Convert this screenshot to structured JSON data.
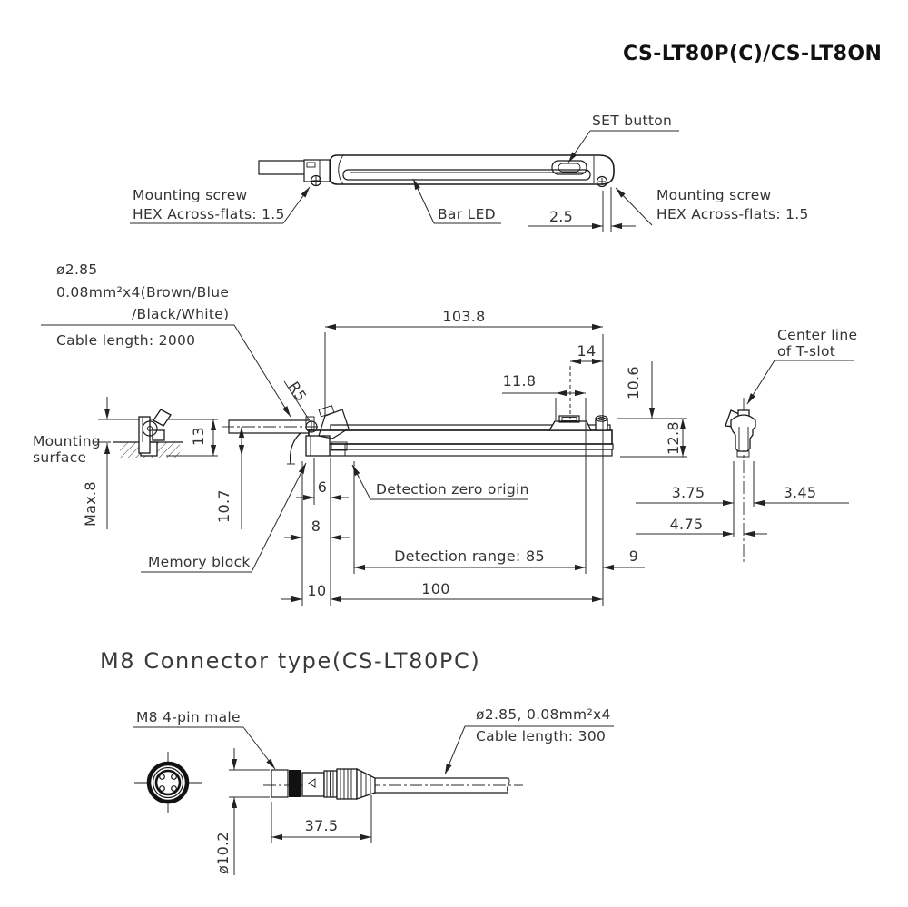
{
  "title": "CS-LT80P(C)/CS-LT8ON",
  "colors": {
    "line": "#1a1a1a",
    "text": "#333333",
    "background": "#ffffff"
  },
  "top_view": {
    "set_button_label": "SET button",
    "bar_led_label": "Bar LED",
    "dim_2_5": "2.5",
    "mounting_screw_left": {
      "line1": "Mounting screw",
      "line2": "HEX Across-flats: 1.5"
    },
    "mounting_screw_right": {
      "line1": "Mounting screw",
      "line2": "HEX Across-flats: 1.5"
    }
  },
  "side_view": {
    "cable_spec": {
      "line1": "ø2.85",
      "line2": "0.08mm²x4(Brown/Blue",
      "line3": "/Black/White)",
      "cable_length": "Cable length: 2000"
    },
    "mounting_surface": {
      "line1": "Mounting",
      "line2": "surface"
    },
    "center_line_label": {
      "line1": "Center line",
      "line2": "of T-slot"
    },
    "detection_zero_label": "Detection zero origin",
    "memory_block_label": "Memory block",
    "detection_range_label": "Detection range: 85",
    "dims": {
      "d103_8": "103.8",
      "d14": "14",
      "d11_8": "11.8",
      "d10_6": "10.6",
      "d12_8": "12.8",
      "d13": "13",
      "d10_7": "10.7",
      "dmax8": "Max.8",
      "dr5": "R5",
      "d6": "6",
      "d8": "8",
      "d10": "10",
      "d100": "100",
      "d9": "9",
      "d3_75": "3.75",
      "d3_45": "3.45",
      "d4_75": "4.75"
    }
  },
  "connector_view": {
    "heading": "M8 Connector type(CS-LT80PC)",
    "pin_label": "M8 4-pin male",
    "cable_spec": "ø2.85, 0.08mm²x4",
    "cable_length": "Cable length: 300",
    "dims": {
      "d37_5": "37.5",
      "d10_2": "ø10.2"
    }
  }
}
